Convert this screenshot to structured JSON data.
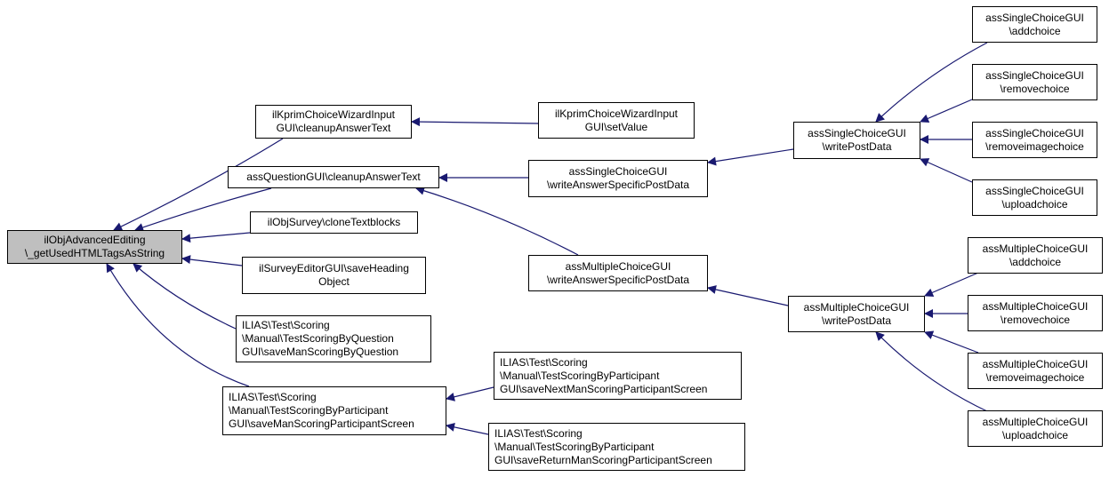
{
  "graph": {
    "root": {
      "line1": "ilObjAdvancedEditing",
      "line2": "\\_getUsedHTMLTagsAsString"
    },
    "nodes": {
      "kprim_cleanup": [
        "ilKprimChoiceWizardInput",
        "GUI\\cleanupAnswerText"
      ],
      "question_cleanup": [
        "assQuestionGUI\\cleanupAnswerText"
      ],
      "survey_clone": [
        "ilObjSurvey\\cloneTextblocks"
      ],
      "survey_heading": [
        "ilSurveyEditorGUI\\saveHeading",
        "Object"
      ],
      "scoring_question": [
        "ILIAS\\Test\\Scoring",
        "\\Manual\\TestScoringByQuestion",
        "GUI\\saveManScoringByQuestion"
      ],
      "scoring_participant": [
        "ILIAS\\Test\\Scoring",
        "\\Manual\\TestScoringByParticipant",
        "GUI\\saveManScoringParticipantScreen"
      ],
      "kprim_setvalue": [
        "ilKprimChoiceWizardInput",
        "GUI\\setValue"
      ],
      "single_writeanswer": [
        "assSingleChoiceGUI",
        "\\writeAnswerSpecificPostData"
      ],
      "multiple_writeanswer": [
        "assMultipleChoiceGUI",
        "\\writeAnswerSpecificPostData"
      ],
      "scoring_next": [
        "ILIAS\\Test\\Scoring",
        "\\Manual\\TestScoringByParticipant",
        "GUI\\saveNextManScoringParticipantScreen"
      ],
      "scoring_return": [
        "ILIAS\\Test\\Scoring",
        "\\Manual\\TestScoringByParticipant",
        "GUI\\saveReturnManScoringParticipantScreen"
      ],
      "single_writepost": [
        "assSingleChoiceGUI",
        "\\writePostData"
      ],
      "multiple_writepost": [
        "assMultipleChoiceGUI",
        "\\writePostData"
      ],
      "single_add": [
        "assSingleChoiceGUI",
        "\\addchoice"
      ],
      "single_remove": [
        "assSingleChoiceGUI",
        "\\removechoice"
      ],
      "single_removeimage": [
        "assSingleChoiceGUI",
        "\\removeimagechoice"
      ],
      "single_upload": [
        "assSingleChoiceGUI",
        "\\uploadchoice"
      ],
      "multiple_add": [
        "assMultipleChoiceGUI",
        "\\addchoice"
      ],
      "multiple_remove": [
        "assMultipleChoiceGUI",
        "\\removechoice"
      ],
      "multiple_removeimage": [
        "assMultipleChoiceGUI",
        "\\removeimagechoice"
      ],
      "multiple_upload": [
        "assMultipleChoiceGUI",
        "\\uploadchoice"
      ]
    },
    "edge_color": "#191970"
  }
}
